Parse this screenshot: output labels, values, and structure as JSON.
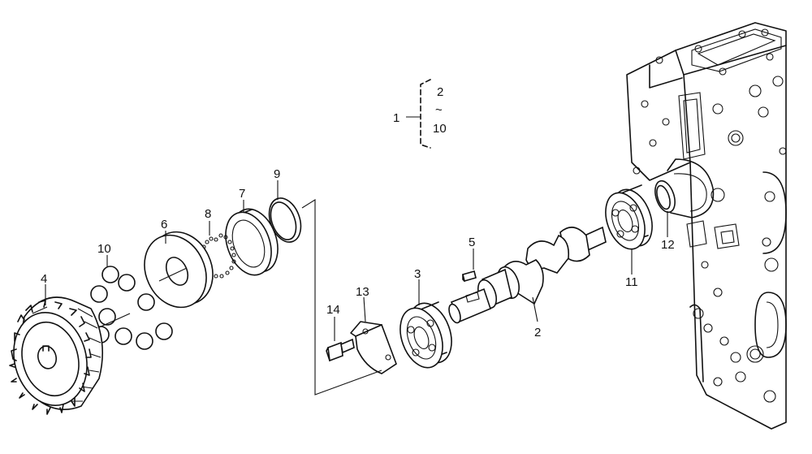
{
  "callouts": {
    "c1": "1",
    "c2": "2",
    "c3": "3",
    "c4": "4",
    "c5": "5",
    "c6": "6",
    "c7": "7",
    "c8": "8",
    "c9": "9",
    "c10": "10",
    "c11": "11",
    "c12": "12",
    "c13": "13",
    "c14": "14"
  },
  "group_bracket": {
    "label": "1",
    "range_start": "2",
    "range_separator": "~",
    "range_end": "10"
  },
  "colors": {
    "line": "#111111",
    "background": "#ffffff"
  }
}
